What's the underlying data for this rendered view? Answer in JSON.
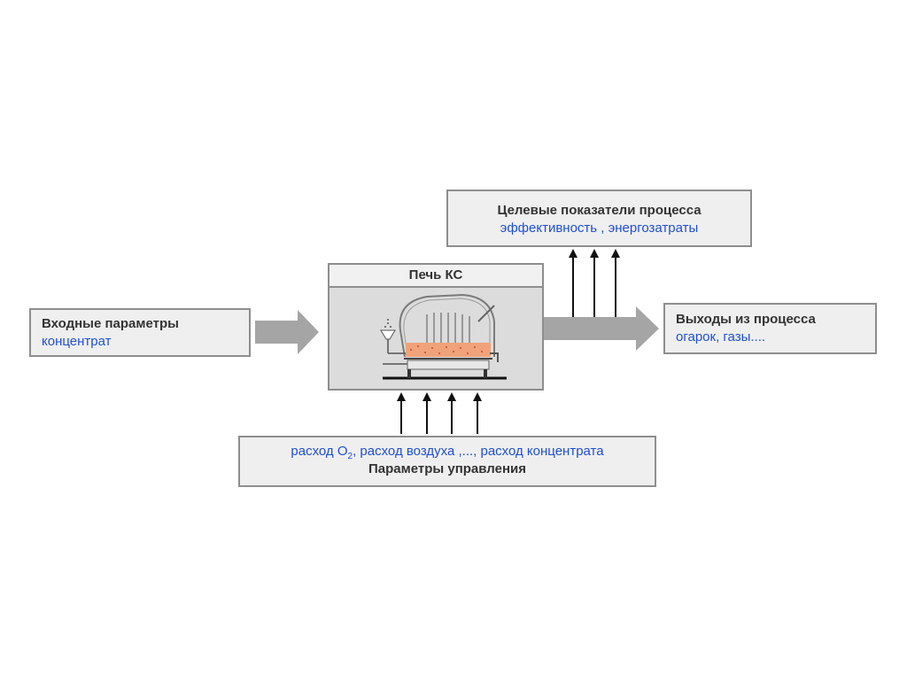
{
  "input": {
    "title": "Входные параметры",
    "subtitle": "концентрат"
  },
  "furnace": {
    "title": "Печь КС"
  },
  "target": {
    "title": "Целевые показатели процесса",
    "subtitle": "эффективность , энергозатраты"
  },
  "output": {
    "title": "Выходы из процесса",
    "subtitle": "огарок, газы...."
  },
  "control": {
    "params_before": "расход  O",
    "params_sub": "2",
    "params_after": ", расход  воздуха ,..., расход концентрата",
    "title": "Параметры управления"
  },
  "colors": {
    "box_fill": "#efefef",
    "box_border": "#8e8e8e",
    "accent_text": "#1f4fd6",
    "big_arrow": "#a5a5a5",
    "bed": "#f0a27a"
  }
}
